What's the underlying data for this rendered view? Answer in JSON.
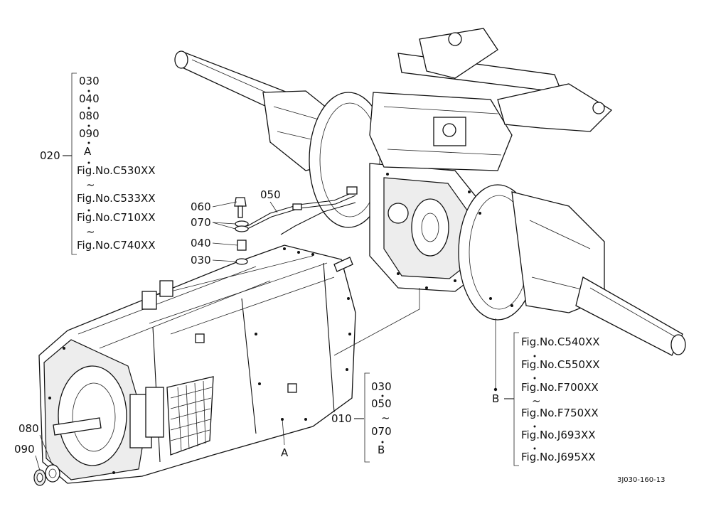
{
  "callouts": {
    "c020": {
      "label": "020",
      "items": [
        "030",
        "040",
        "080",
        "090",
        "A",
        "Fig.No.C530XX",
        "~",
        "Fig.No.C533XX",
        "Fig.No.C710XX",
        "~",
        "Fig.No.C740XX"
      ]
    },
    "c010": {
      "label": "010",
      "items": [
        "030",
        "050",
        "~",
        "070",
        "B"
      ]
    },
    "cB": {
      "label": "B",
      "items": [
        "Fig.No.C540XX",
        "Fig.No.C550XX",
        "Fig.No.F700XX",
        "~",
        "Fig.No.F750XX",
        "Fig.No.J693XX",
        "Fig.No.J695XX"
      ]
    }
  },
  "parts": {
    "p060": "060",
    "p070": "070",
    "p040": "040",
    "p030": "030",
    "p050": "050",
    "p080": "080",
    "p090": "090",
    "pA": "A"
  },
  "drawing_code": "3J030-160-13"
}
